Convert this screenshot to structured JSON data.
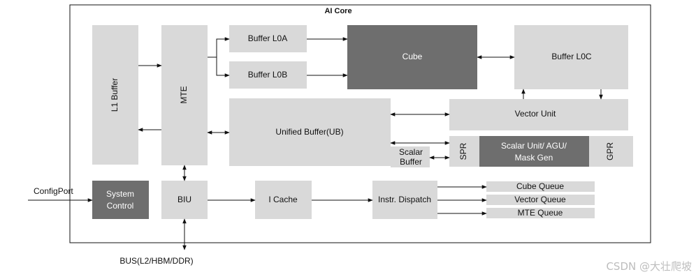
{
  "diagram": {
    "title": "AI Core",
    "blocks": {
      "l1_buffer": "L1 Buffer",
      "mte": "MTE",
      "buffer_l0a": "Buffer L0A",
      "buffer_l0b": "Buffer L0B",
      "cube": "Cube",
      "buffer_l0c": "Buffer L0C",
      "vector_unit": "Vector Unit",
      "unified_buffer": "Unified Buffer(UB)",
      "scalar_buffer_line1": "Scalar",
      "scalar_buffer_line2": "Buffer",
      "spr": "SPR",
      "scalar_unit_line1": "Scalar Unit/ AGU/",
      "scalar_unit_line2": "Mask Gen",
      "gpr": "GPR",
      "system_control_line1": "System",
      "system_control_line2": "Control",
      "biu": "BIU",
      "i_cache": "I Cache",
      "instr_dispatch": "Instr. Dispatch",
      "cube_queue": "Cube Queue",
      "vector_queue": "Vector Queue",
      "mte_queue": "MTE Queue"
    },
    "external": {
      "config_port": "ConfigPort",
      "bus": "BUS(L2/HBM/DDR)"
    },
    "colors": {
      "light_block": "#d9d9d9",
      "dark_block": "#6e6e6e"
    }
  },
  "watermark": "CSDN @大壮爬坡"
}
